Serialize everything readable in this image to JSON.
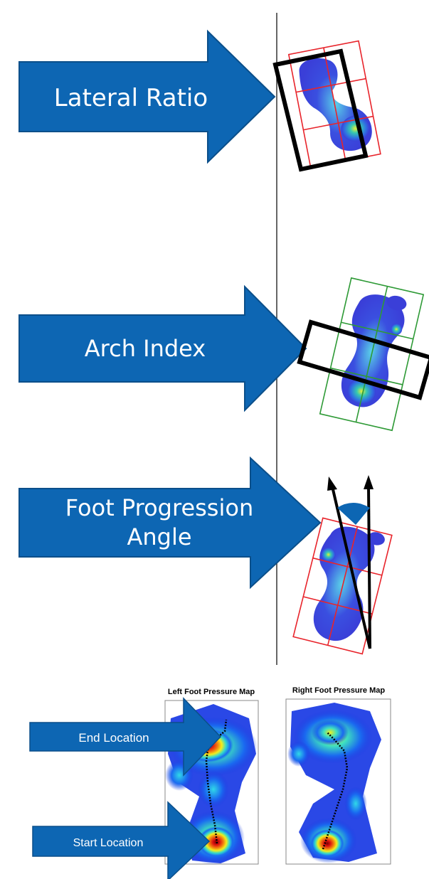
{
  "labels": {
    "lateral_ratio": "Lateral Ratio",
    "arch_index": "Arch Index",
    "fpa_line1": "Foot Progression",
    "fpa_line2": "Angle",
    "end_location": "End Location",
    "start_location": "Start Location"
  },
  "maps": {
    "left_title": "Left Foot Pressure Map",
    "right_title": "Right Foot Pressure Map"
  },
  "colors": {
    "arrow_fill": "#0d66b3",
    "arrow_stroke": "#0b4f8a",
    "grid_red": "#e8242b",
    "grid_green": "#2e9a36",
    "outline": "#000000",
    "foot_blue": "#3a3fd8",
    "heat_red": "#c81010",
    "heat_yellow": "#f2ee1c"
  }
}
